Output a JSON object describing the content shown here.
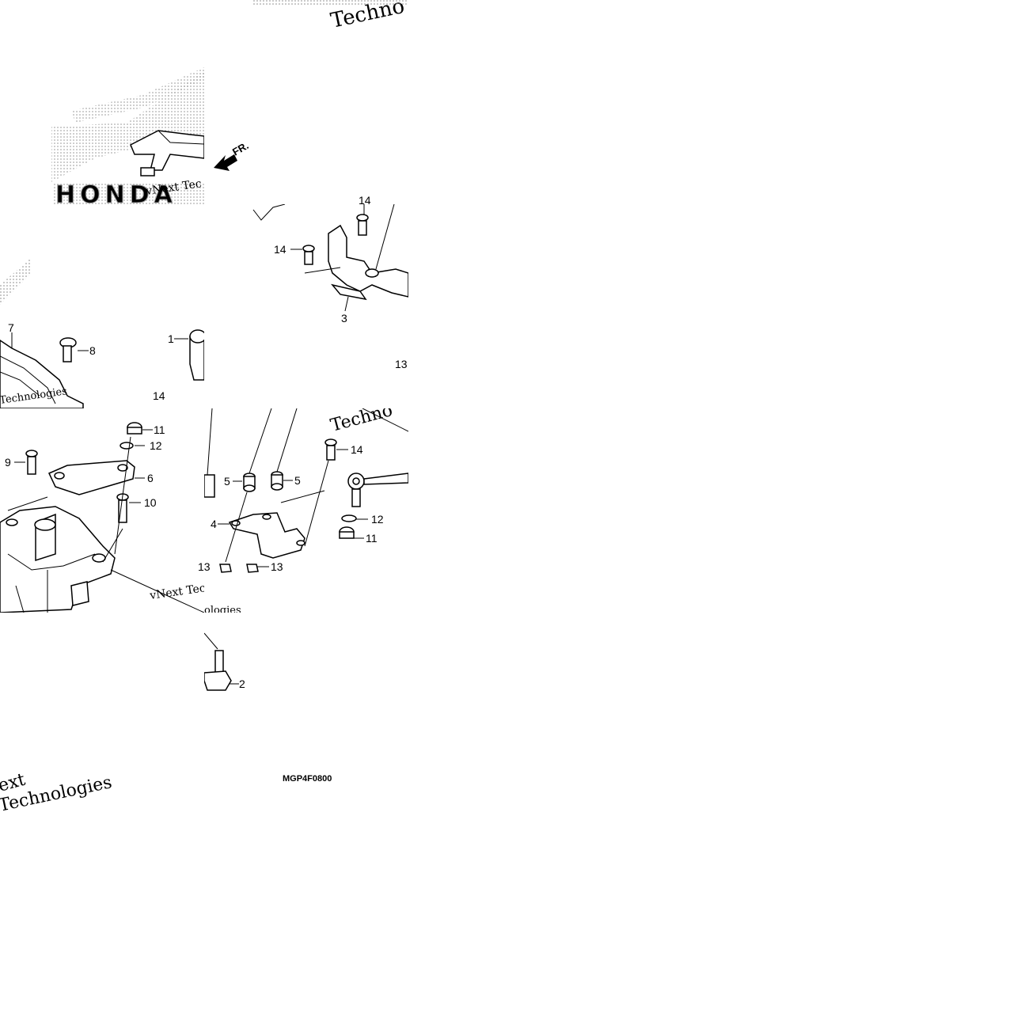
{
  "diagram": {
    "code": "MGP4F0800",
    "direction_label": "FR.",
    "watermark_texts": [
      "vNext Tec",
      "vNext Tec",
      "Technologies",
      "Techno"
    ],
    "callouts": [
      "1",
      "2",
      "3",
      "4",
      "5",
      "5",
      "6",
      "7",
      "8",
      "9",
      "10",
      "11",
      "11",
      "12",
      "12",
      "13",
      "13",
      "13",
      "14",
      "14",
      "14",
      "14"
    ]
  }
}
